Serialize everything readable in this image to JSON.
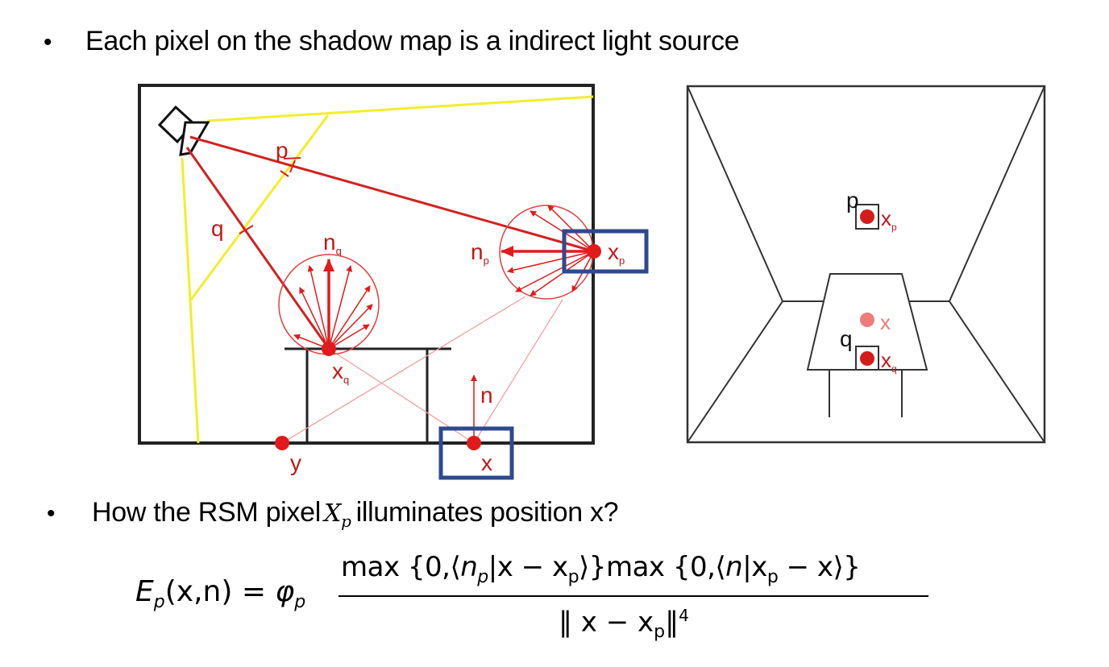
{
  "bullets": [
    {
      "text": "Each pixel on the shadow map is  a indirect light source"
    },
    {
      "prefix": "How the RSM pixel ",
      "math": "X",
      "math_sub": "p",
      "suffix": " illuminates position x?"
    }
  ],
  "left_diagram": {
    "labels": {
      "p": "p",
      "q": "q",
      "n_q": "n",
      "n_q_sub": "q",
      "n_p": "n",
      "n_p_sub": "p",
      "x_p": "x",
      "x_p_sub": "p",
      "x_q": "x",
      "x_q_sub": "q",
      "n": "n",
      "x": "x",
      "y": "y"
    }
  },
  "right_diagram": {
    "labels": {
      "p": "p",
      "q": "q",
      "x_p": "x",
      "x_p_sub": "p",
      "x": "x",
      "x_q": "x",
      "x_q_sub": "q"
    }
  },
  "formula": {
    "lhs_E": "E",
    "lhs_E_sub": "p",
    "lhs_args": "(x,n) = ",
    "lhs_phi": "φ",
    "lhs_phi_sub": "p",
    "num_part1": "max {0,⟨",
    "num_np": "n",
    "num_np_sub": "p",
    "num_part2": "|x − x",
    "num_part2_sub": "p",
    "num_part3": "⟩}max {0,⟨",
    "num_n": "n",
    "num_part4": "|x",
    "num_part4_sub": "p",
    "num_part5": " − x⟩}",
    "den_part1": "‖ x − x",
    "den_sub": "p",
    "den_part2": "‖",
    "den_sup": "4"
  },
  "colors": {
    "red": "#e11b1b",
    "light_red": "#f08080",
    "yellow": "#f2ee2a",
    "highlight_box": "#2e4a8c",
    "line": "#222222"
  }
}
